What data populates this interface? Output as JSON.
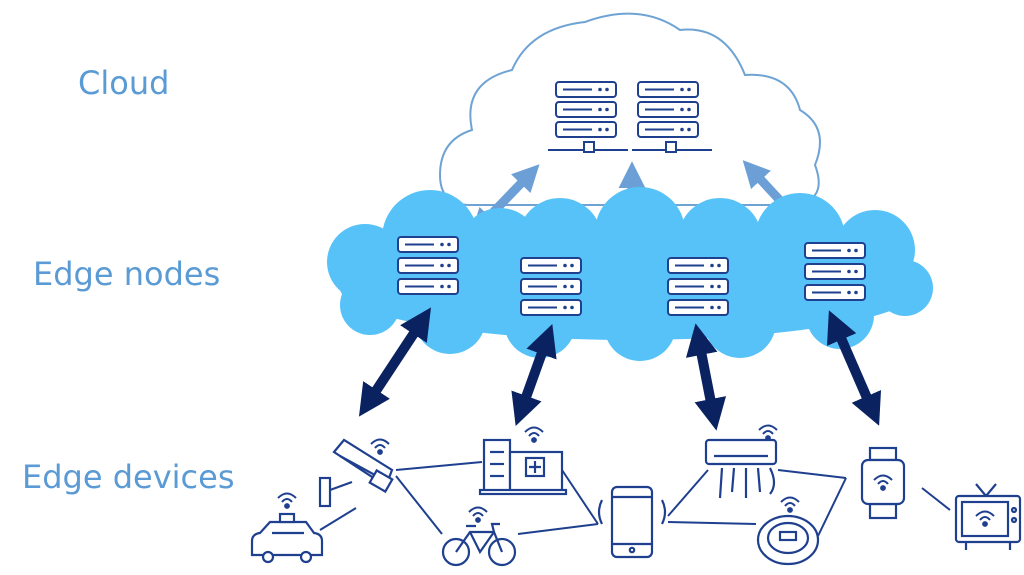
{
  "labels": {
    "cloud": "Cloud",
    "edge_nodes": "Edge nodes",
    "edge_devices": "Edge devices"
  },
  "colors": {
    "label_text": "#5b9bd5",
    "cloud_outline": "#6fa3d4",
    "edge_cloud_fill": "#57c2f7",
    "icon_stroke": "#1f3f8f",
    "light_arrow": "#6c9fd6",
    "dark_arrow": "#0b2260"
  },
  "icons": {
    "server": "server-rack-icon",
    "cctv": "cctv-camera-icon",
    "taxi": "taxi-icon",
    "building": "hospital-building-icon",
    "bicycle": "bicycle-icon",
    "phone": "smartphone-icon",
    "ac": "air-conditioner-icon",
    "robot": "robot-vacuum-icon",
    "watch": "smartwatch-icon",
    "tv": "smart-tv-icon"
  }
}
